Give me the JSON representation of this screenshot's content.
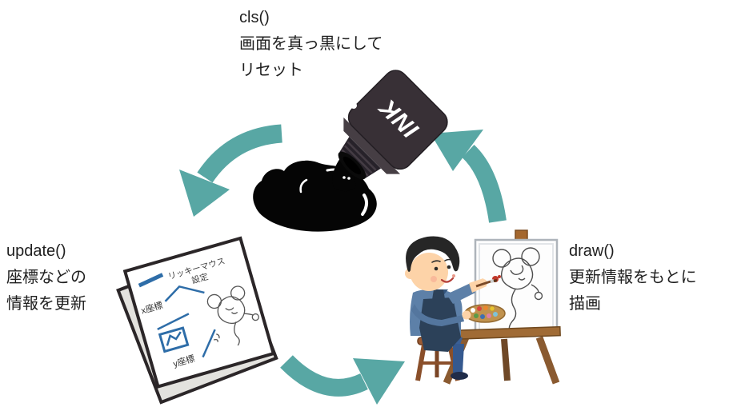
{
  "diagram": {
    "kind": "game-loop-cycle",
    "accent_color": "#58a7a4",
    "paper_blue": "#2e6da8",
    "steps": {
      "cls": {
        "func": "cls()",
        "line1": "画面を真っ黒にして",
        "line2": "リセット",
        "illustration": "spilled-ink-bottle"
      },
      "update": {
        "func": "update()",
        "line1": "座標などの",
        "line2": "情報を更新",
        "illustration": "settings-paper"
      },
      "draw": {
        "func": "draw()",
        "line1": "更新情報をもとに",
        "line2": "描画",
        "illustration": "painter-at-easel"
      }
    },
    "ink": {
      "label": "INK"
    },
    "paper": {
      "heading1": "リッキーマウス",
      "heading2": "設定",
      "x_label": "x座標",
      "y_label": "y座標"
    },
    "arrows": [
      {
        "from": "cls()",
        "to": "update()"
      },
      {
        "from": "update()",
        "to": "draw()"
      },
      {
        "from": "draw()",
        "to": "cls()"
      }
    ]
  }
}
